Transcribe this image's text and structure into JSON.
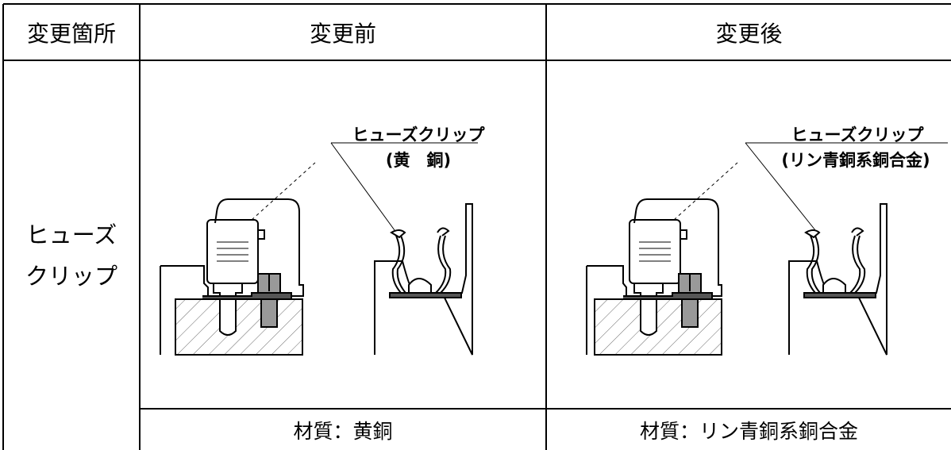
{
  "table": {
    "headers": {
      "location": "変更箇所",
      "before": "変更前",
      "after": "変更後"
    },
    "row": {
      "location_label_line1": "ヒューズ",
      "location_label_line2": "クリップ"
    },
    "before": {
      "callout_title": "ヒューズクリップ",
      "callout_material": "(黄　銅)",
      "material_caption": "材質：黄銅"
    },
    "after": {
      "callout_title": "ヒューズクリップ",
      "callout_material": "(リン青銅系銅合金)",
      "material_caption": "材質：リン青銅系銅合金"
    }
  }
}
